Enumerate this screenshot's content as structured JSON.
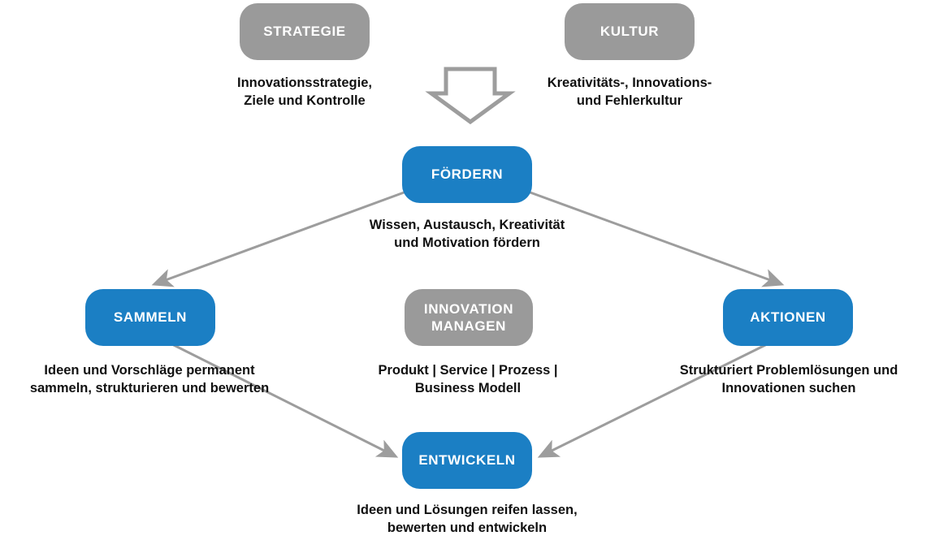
{
  "diagram": {
    "title": "Innovation managen",
    "colors": {
      "primary_blue": "#1B7FC4",
      "secondary_gray": "#9A9A9A",
      "edge_gray": "#9D9D9D",
      "text_dark": "#111111",
      "node_text": "#FFFFFF",
      "background": "#FFFFFF"
    },
    "nodes": [
      {
        "id": "strategie",
        "label": "STRATEGIE",
        "style": "gray",
        "caption": "Innovationsstrategie,\nZiele und Kontrolle"
      },
      {
        "id": "kultur",
        "label": "KULTUR",
        "style": "gray",
        "caption": "Kreativitäts-, Innovations-\nund Fehlerkultur"
      },
      {
        "id": "foerdern",
        "label": "FÖRDERN",
        "style": "blue",
        "caption": "Wissen, Austausch, Kreativität\nund Motivation fördern"
      },
      {
        "id": "sammeln",
        "label": "SAMMELN",
        "style": "blue",
        "caption": "Ideen und Vorschläge permanent\nsammeln, strukturieren und bewerten"
      },
      {
        "id": "innovation-managen",
        "label": "INNOVATION\nMANAGEN",
        "style": "gray",
        "caption": "Produkt | Service | Prozess |\nBusiness Modell"
      },
      {
        "id": "aktionen",
        "label": "AKTIONEN",
        "style": "blue",
        "caption": "Strukturiert Problemlösungen und\nInnovationen suchen"
      },
      {
        "id": "entwickeln",
        "label": "ENTWICKELN",
        "style": "blue",
        "caption": "Ideen und Lösungen reifen lassen,\nbewerten und entwickeln"
      }
    ],
    "connectors": [
      {
        "id": "down-arrow",
        "kind": "block-arrow-down",
        "from": "strategie-kultur",
        "to": "foerdern"
      },
      {
        "id": "foerdern-sammeln",
        "kind": "line-arrow",
        "from": "foerdern",
        "to": "sammeln"
      },
      {
        "id": "foerdern-aktionen",
        "kind": "line-arrow",
        "from": "foerdern",
        "to": "aktionen"
      },
      {
        "id": "sammeln-entwickeln",
        "kind": "line-arrow",
        "from": "sammeln",
        "to": "entwickeln"
      },
      {
        "id": "aktionen-entwickeln",
        "kind": "line-arrow",
        "from": "aktionen",
        "to": "entwickeln"
      }
    ]
  }
}
